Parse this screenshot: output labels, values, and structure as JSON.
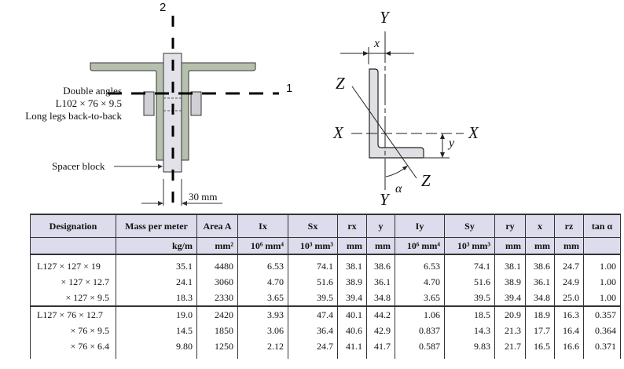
{
  "left_figure": {
    "axis_2_label": "2",
    "axis_1_label": "1",
    "angles_label": [
      "Double angles",
      "L102 × 76 × 9.5",
      "Long legs back-to-back"
    ],
    "spacer_label": "Spacer block",
    "dimension_label": "30 mm"
  },
  "right_figure": {
    "y_top": "Y",
    "y_bottom": "Y",
    "x_left": "X",
    "x_right": "X",
    "z_top": "Z",
    "z_bottom": "Z",
    "x_dim": "x",
    "y_dim": "y",
    "alpha": "α"
  },
  "table": {
    "headers": [
      "Designation",
      "Mass per meter",
      "Area A",
      "Ix",
      "Sx",
      "rx",
      "y",
      "Iy",
      "Sy",
      "ry",
      "x",
      "rz",
      "tan α"
    ],
    "units": [
      "",
      "kg/m",
      "mm²",
      "10⁶ mm⁴",
      "10³ mm³",
      "mm",
      "mm",
      "10⁶ mm⁴",
      "10³ mm³",
      "mm",
      "mm",
      "mm",
      ""
    ],
    "rows": [
      [
        "L127 × 127 × 19",
        "35.1",
        "4480",
        "6.53",
        "74.1",
        "38.1",
        "38.6",
        "6.53",
        "74.1",
        "38.1",
        "38.6",
        "24.7",
        "1.00"
      ],
      [
        "× 127 × 12.7",
        "24.1",
        "3060",
        "4.70",
        "51.6",
        "38.9",
        "36.1",
        "4.70",
        "51.6",
        "38.9",
        "36.1",
        "24.9",
        "1.00"
      ],
      [
        "× 127 × 9.5",
        "18.3",
        "2330",
        "3.65",
        "39.5",
        "39.4",
        "34.8",
        "3.65",
        "39.5",
        "39.4",
        "34.8",
        "25.0",
        "1.00"
      ],
      [
        "L127 × 76 × 12.7",
        "19.0",
        "2420",
        "3.93",
        "47.4",
        "40.1",
        "44.2",
        "1.06",
        "18.5",
        "20.9",
        "18.9",
        "16.3",
        "0.357"
      ],
      [
        "× 76 × 9.5",
        "14.5",
        "1850",
        "3.06",
        "36.4",
        "40.6",
        "42.9",
        "0.837",
        "14.3",
        "21.3",
        "17.7",
        "16.4",
        "0.364"
      ],
      [
        "× 76 × 6.4",
        "9.80",
        "1250",
        "2.12",
        "24.7",
        "41.1",
        "41.7",
        "0.587",
        "9.83",
        "21.7",
        "16.5",
        "16.6",
        "0.371"
      ]
    ]
  }
}
